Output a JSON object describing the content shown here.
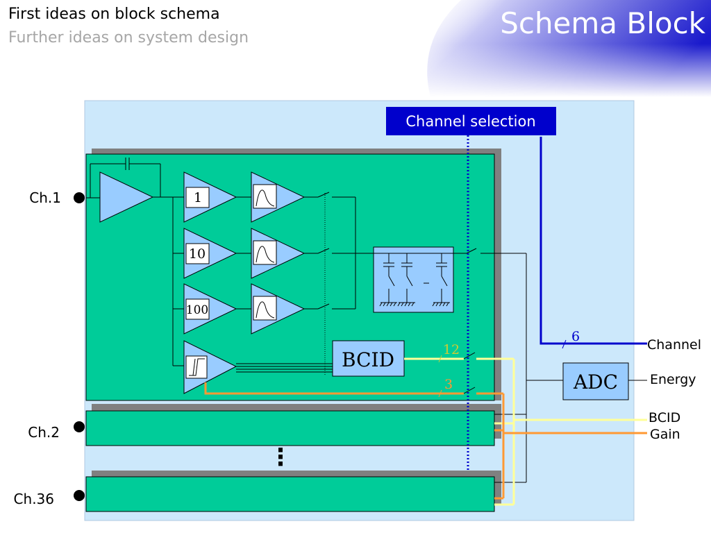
{
  "header": {
    "nav_current": "First ideas on block schema",
    "nav_next": "Further ideas on system design",
    "title": "Schema Block"
  },
  "diagram": {
    "channel_selection_label": "Channel selection",
    "inputs": {
      "ch1": "Ch.1",
      "ch2": "Ch.2",
      "ch36": "Ch.36"
    },
    "gains": [
      "1",
      "10",
      "100"
    ],
    "bcid_box": "BCID",
    "adc_box": "ADC",
    "bus_widths": {
      "channel": "6",
      "bcid": "12",
      "gain": "3"
    },
    "outputs": {
      "channel": "Channel",
      "energy": "Energy",
      "bcid": "BCID",
      "gain": "Gain"
    },
    "ellipsis": "⋮",
    "colors": {
      "title_gradient_dark": "#1a1acc",
      "panel_bg": "#cce8fb",
      "channel_green": "#00cc99",
      "channel_shadow": "#808080",
      "amplifier_fill": "#99ccff",
      "selection_blue": "#0000cc",
      "bcid_bus": "#ffff99",
      "gain_bus": "#ff9933",
      "bcid_label_color": "#cccc33"
    }
  }
}
